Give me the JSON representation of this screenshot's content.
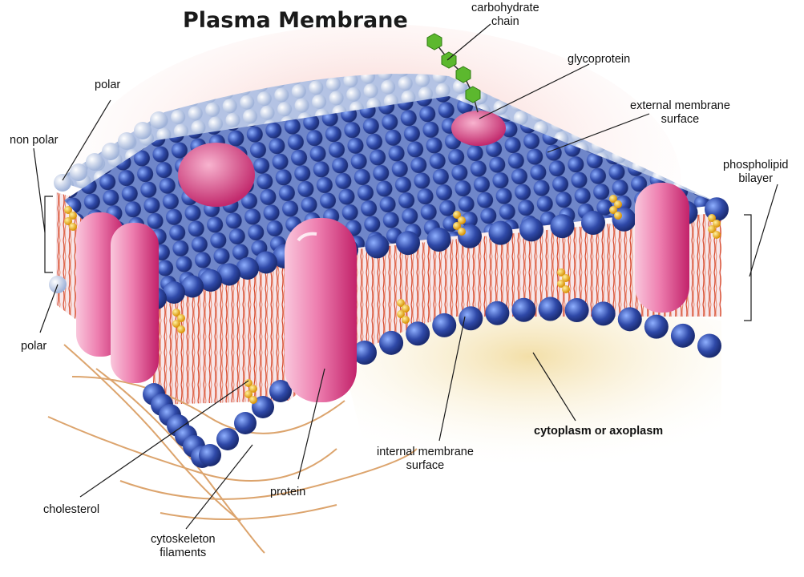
{
  "title": "Plasma Membrane",
  "labels": {
    "carbohydrate_chain": [
      "carbohydrate",
      "chain"
    ],
    "glycoprotein": "glycoprotein",
    "external_membrane_surface": [
      "external membrane",
      "surface"
    ],
    "phospholipid_bilayer": [
      "phospholipid",
      "bilayer"
    ],
    "polar_top": "polar",
    "non_polar": "non polar",
    "polar_bottom": "polar",
    "cholesterol": "cholesterol",
    "cytoskeleton_filaments": [
      "cytoskeleton",
      "filaments"
    ],
    "protein": "protein",
    "internal_membrane_surface": [
      "internal membrane",
      "surface"
    ],
    "cytoplasm": "cytoplasm or axoplasm"
  },
  "colors": {
    "head_blue": "#2f49a8",
    "head_light": "#c9d6ee",
    "protein_pink": "#e8559a",
    "cholesterol": "#f0b400",
    "tail_red": "#d6482c",
    "carb_green": "#5cb82e",
    "cytoplasm": "#f3dfa8"
  }
}
